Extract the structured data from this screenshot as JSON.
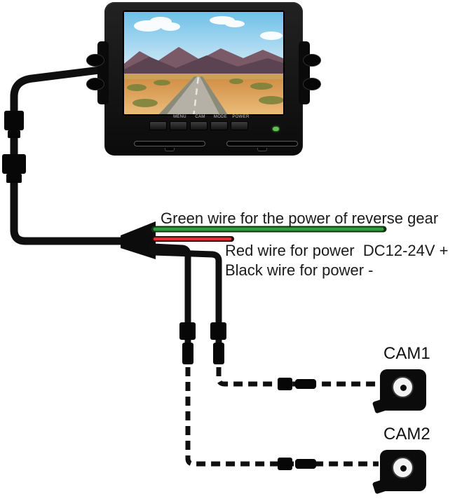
{
  "monitor": {
    "buttons": [
      {
        "label": "MENU"
      },
      {
        "label": "CAM"
      },
      {
        "label": "MODE"
      },
      {
        "label": "POWER"
      }
    ]
  },
  "wiring": {
    "green_wire_label": "Green wire for the power of reverse gear",
    "red_wire_label": "Red wire for power  DC12-24V +",
    "black_wire_label": "Black wire for power -",
    "colors": {
      "green": "#2f9e41",
      "red": "#e03232",
      "black": "#0f0f0f"
    }
  },
  "cameras": [
    {
      "label": "CAM1"
    },
    {
      "label": "CAM2"
    }
  ]
}
